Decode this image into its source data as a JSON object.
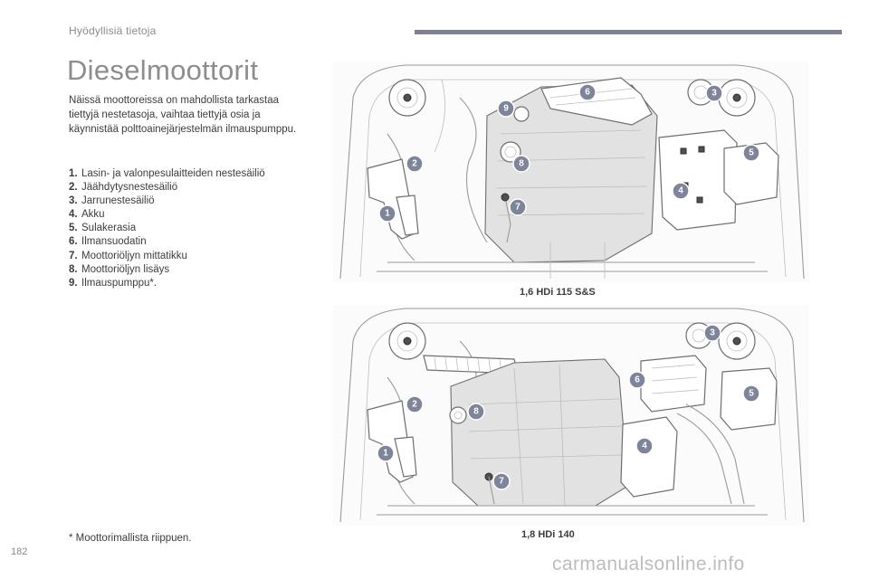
{
  "header": {
    "section_title": "Hyödyllisiä tietoja"
  },
  "page": {
    "title": "Dieselmoottorit",
    "intro": "Näissä moottoreissa on mahdollista tarkastaa tiettyjä nestetasoja, vaihtaa tiettyjä osia ja käynnistää polttoainejärjestelmän ilmauspumppu.",
    "footnote": "* Moottorimallista riippuen.",
    "page_number": "182"
  },
  "parts": [
    {
      "num": "1.",
      "label": "Lasin- ja valonpesulaitteiden nestesäiliö"
    },
    {
      "num": "2.",
      "label": "Jäähdytysnestesäiliö"
    },
    {
      "num": "3.",
      "label": "Jarrunestesäiliö"
    },
    {
      "num": "4.",
      "label": "Akku"
    },
    {
      "num": "5.",
      "label": "Sulakerasia"
    },
    {
      "num": "6.",
      "label": "Ilmansuodatin"
    },
    {
      "num": "7.",
      "label": "Moottoriöljyn mittatikku"
    },
    {
      "num": "8.",
      "label": "Moottoriöljyn lisäys"
    },
    {
      "num": "9.",
      "label": "Ilmauspumppu*."
    }
  ],
  "diagrams": {
    "top": {
      "caption": "1,6 HDi 115 S&S",
      "callouts": [
        "1",
        "2",
        "3",
        "4",
        "5",
        "6",
        "7",
        "8",
        "9"
      ]
    },
    "bottom": {
      "caption": "1,8 HDi 140",
      "callouts": [
        "1",
        "2",
        "3",
        "4",
        "5",
        "6",
        "7",
        "8"
      ]
    }
  },
  "watermark": "carmanualsonline.info",
  "colors": {
    "accent_bar": "#7c8197",
    "callout": "#7e8499",
    "title_grey": "#8d8d8d"
  }
}
